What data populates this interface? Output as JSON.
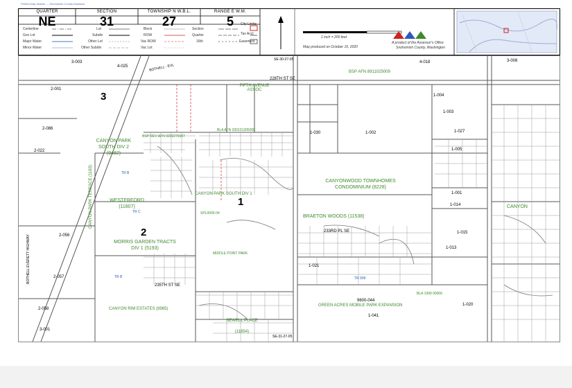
{
  "header": {
    "top_note": "Printed map header — Snohomish County Assessor",
    "quarter_label": "QUARTER",
    "quarter_value": "NE",
    "section_label": "SECTION",
    "section_value": "31",
    "township_label": "TOWNSHIP N W.B.L.",
    "township_value": "27",
    "range_label": "RANGE E W.M.",
    "range_value": "5",
    "legend": [
      "Centerline",
      "Gov Lot",
      "Major Water",
      "Minor Water",
      "Lot",
      "Subdiv",
      "Other Lot",
      "Other Subdiv",
      "Block",
      "ROW",
      "Vac ROW",
      "Vac Lot",
      "Section",
      "Quarter",
      "16th",
      "City Limits",
      "Tax Acct",
      "Easement"
    ],
    "scale": "1 inch = 200 feet",
    "map_date": "Map produced on October 16, 2020",
    "credit_line1": "A product of the Assessor's Office",
    "credit_line2": "Snohomish County, Washington"
  },
  "map_labels": {
    "section_corner_top": "SE-30-27-05",
    "section_corner_bottom": "SE-31-27-05",
    "street_228th": "228TH ST SE",
    "bothell_evl": "BOTHELL - EVL",
    "bsp_afn": "BSP AFN 8911025009",
    "fifth_avenue_assoc": "FIFTH AVENUE ASSOC",
    "bla_afn": "BLA AFN 200101305008",
    "bsp_rev": "BSP REV AFN 9203275007",
    "canyon_park_south_div2": "CANYON PARK SOUTH DIV 2 (9482)",
    "canyon_park_terrace": "CANYON PARK TERRACE (1163)",
    "westerford": "WESTERFORD (11807)",
    "morris_garden": "MORRIS GARDEN TRACTS DIV 1 (5193)",
    "canyon_rim": "CANYON RIM ESTATES (8985)",
    "sewell_place": "SEWELL PLACE (11854)",
    "canyon_park_south_div1": "CANYON PARK SOUTH DIV 1",
    "canyonwood": "CANYONWOOD TOWNHOMES CONDOMINIUM (8228)",
    "braeton_woods": "BRAETON WOODS (11538)",
    "street_233rd": "233RD PL SE",
    "street_235th": "235TH ST SE",
    "green_acres": "GREEN ACRES MOBILE PARK EXPANSION",
    "green_acres_num": "9600-044",
    "bla_1999": "BLA 1999 00006",
    "canyon_east": "CANYON",
    "bothell_everett_hwy": "BOTHELL EVERETT HIGHWAY",
    "quadrant_3": "3",
    "quadrant_2": "2",
    "quadrant_1": "1",
    "parcel_3001": "3-001",
    "parcel_2056": "2-056",
    "parcel_2057": "2-057",
    "parcel_2058": "2-058",
    "parcel_2022": "2-022",
    "parcel_1002": "1-002",
    "parcel_1003": "1-003",
    "parcel_1004": "1-004",
    "parcel_1027": "1-027",
    "parcel_1030": "1-030",
    "parcel_1041": "1-041",
    "parcel_1013": "1-013",
    "parcel_1014": "1-014",
    "parcel_1015": "1-015",
    "parcel_1020": "1-020",
    "parcel_1021": "1-021",
    "parcel_1001": "1-001",
    "parcel_1005": "1-005",
    "parcel_4018": "4-018",
    "parcel_3008": "3-008",
    "parcel_2001": "2-001",
    "parcel_2086": "2-086",
    "parcel_3003": "3-003",
    "parcel_4025": "4-025",
    "tr_b": "TR B",
    "tr_c": "TR C",
    "tr_999": "TR 999",
    "spl": "SPL0005-04",
    "middle_point": "MIDDLE POINT PARK"
  },
  "colors": {
    "green": "#3d8a2c",
    "blue": "#2e59b8",
    "red": "#cc2222",
    "line": "#555555",
    "parcel": "#9a9a9a"
  }
}
